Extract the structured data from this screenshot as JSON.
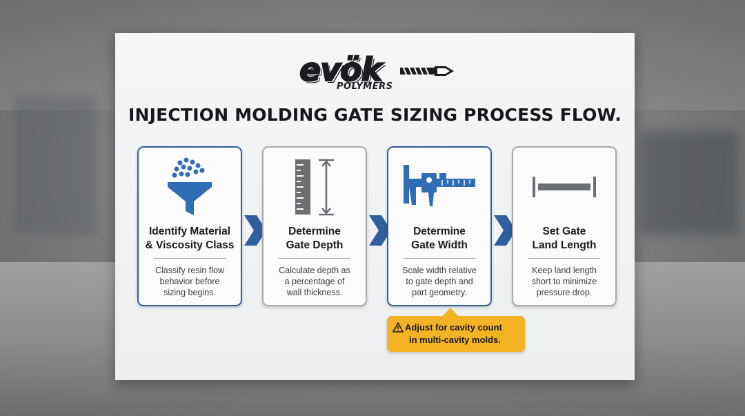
{
  "logo": {
    "word": "evök",
    "sub": "POLYMERS"
  },
  "title": "INJECTION MOLDING GATE SIZING PROCESS FLOW.",
  "steps": [
    {
      "icon": "funnel-icon",
      "heading_line1": "Identify Material",
      "heading_line2": "& Viscosity Class",
      "desc": [
        "Classify resin flow",
        "behavior before",
        "sizing begins."
      ]
    },
    {
      "icon": "depth-gauge-icon",
      "heading_line1": "Determine",
      "heading_line2": "Gate Depth",
      "desc": [
        "Calculate depth as",
        "a percentage of",
        "wall thickness."
      ]
    },
    {
      "icon": "caliper-icon",
      "heading_line1": "Determine",
      "heading_line2": "Gate Width",
      "desc": [
        "Scale width relative",
        "to gate depth and",
        "part geometry."
      ]
    },
    {
      "icon": "length-bar-icon",
      "heading_line1": "Set Gate",
      "heading_line2": "Land Length",
      "desc": [
        "Keep land length",
        "short to minimize",
        "pressure drop."
      ]
    }
  ],
  "callout": {
    "icon": "warning-icon",
    "line1": "Adjust for cavity count",
    "line2": "in multi-cavity molds."
  },
  "colors": {
    "accent_blue": "#2f5f9e",
    "icon_blue": "#2f6db5",
    "icon_gray": "#6b6f74",
    "callout": "#f3b324"
  }
}
